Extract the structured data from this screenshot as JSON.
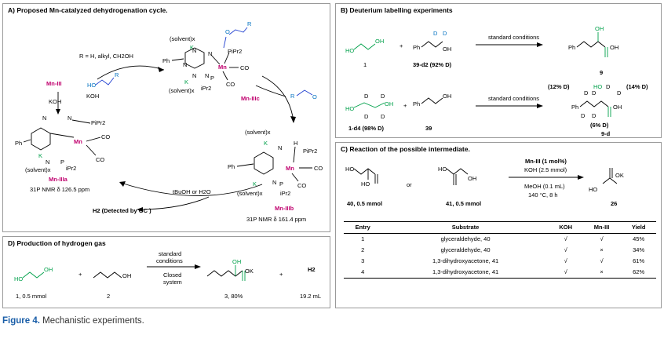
{
  "panelA": {
    "title": "A) Proposed Mn-catalyzed dehydrogenation cycle.",
    "r_def": "R = H, alkyl, CH2OH",
    "mn3": "Mn-III",
    "koh": "KOH",
    "koh2": "KOH",
    "mn3a": "Mn-IIIa",
    "mn3a_nmr": "31P NMR δ 126.5 ppm",
    "mn3b": "Mn-IIIb",
    "mn3b_nmr": "31P NMR δ 161.4 ppm",
    "mn3c": "Mn-IIIc",
    "h2": "H2 (Detected by GC )",
    "tbuoh": "tBuOH or H2O",
    "solvent": "(solvent)x",
    "pipr2": "PiPr2",
    "ipr": "iPr2",
    "co": "CO",
    "ph": "Ph",
    "mn": "Mn",
    "k": "K",
    "n": "N",
    "p": "P",
    "h": "H",
    "o": "O",
    "r": "R",
    "ho": "HO",
    "rcho_r": "R"
  },
  "panelB": {
    "title": "B) Deuterium labelling experiments",
    "cond1": "standard conditions",
    "cond2": "standard conditions",
    "c1": "1",
    "c39d2": "39-d2 (92% D)",
    "c9": "9",
    "c1d4": "1-d4 (98% D)",
    "c39": "39",
    "c9d": "9-d",
    "d12": "(12% D)",
    "d14": "(14% D)",
    "d6": "(6% D)",
    "plus": "+",
    "ho": "HO",
    "oh": "OH",
    "ph": "Ph",
    "d": "D"
  },
  "panelC": {
    "title": "C) Reaction of the possible intermediate.",
    "reagent1": "Mn-III (1 mol%)",
    "reagent2": "KOH (2.5 mmol)",
    "reagent3": "MeOH (0.1 mL)",
    "reagent4": "140 °C, 8 h",
    "or": "or",
    "c40": "40, 0.5 mmol",
    "c41": "41, 0.5 mmol",
    "c26": "26",
    "ho": "HO",
    "oh": "OH",
    "ok": "OK",
    "table": {
      "headers": [
        "Entry",
        "Substrate",
        "KOH",
        "Mn-III",
        "Yield"
      ],
      "rows": [
        [
          "1",
          "glyceraldehyde, 40",
          "√",
          "√",
          "45%"
        ],
        [
          "2",
          "glyceraldehyde, 40",
          "√",
          "×",
          "34%"
        ],
        [
          "3",
          "1,3-dihydroxyacetone, 41",
          "√",
          "√",
          "61%"
        ],
        [
          "4",
          "1,3-dihydroxyacetone, 41",
          "√",
          "×",
          "62%"
        ]
      ]
    }
  },
  "panelD": {
    "title": "D) Production of hydrogen gas",
    "cond1": "standard",
    "cond2": "conditions",
    "cond3": "Closed",
    "cond4": "system",
    "c1": "1, 0.5 mmol",
    "c2": "2",
    "c3": "3, 80%",
    "vol": "19.2 mL",
    "h2": "H2",
    "plus": "+",
    "ho": "HO",
    "oh": "OH",
    "ok": "OK"
  },
  "caption": {
    "label": "Figure 4.",
    "text": " Mechanistic experiments."
  },
  "colors": {
    "blue": "#0070c0",
    "magenta": "#c0006e",
    "green": "#00a04a",
    "caption_blue": "#1a5ea8"
  }
}
